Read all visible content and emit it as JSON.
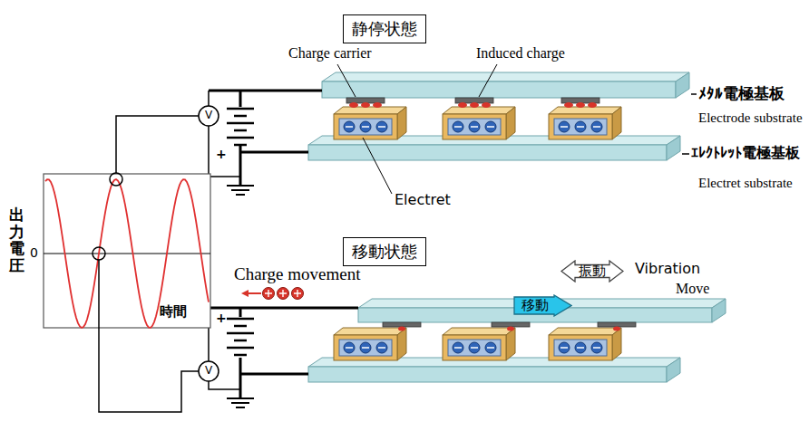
{
  "diagram": {
    "nodes": [
      {
        "text": [
          "静停状態"
        ]
      },
      {
        "text": [
          "移動状態"
        ]
      },
      {
        "text": [
          "振動"
        ]
      },
      {
        "text": [
          "移動"
        ]
      }
    ],
    "labels": [
      "Charge carrier",
      "Induced charge",
      "ﾒﾀﾙ電極基板",
      "Electrode substrate",
      "ｴﾚｸﾄﾚｯﾄ電極基板",
      "Electret substrate",
      "V",
      "+",
      "Electret",
      "出力電圧",
      "0",
      "時間",
      "Charge movement",
      "Vibration",
      "Move",
      "+",
      "V"
    ]
  }
}
